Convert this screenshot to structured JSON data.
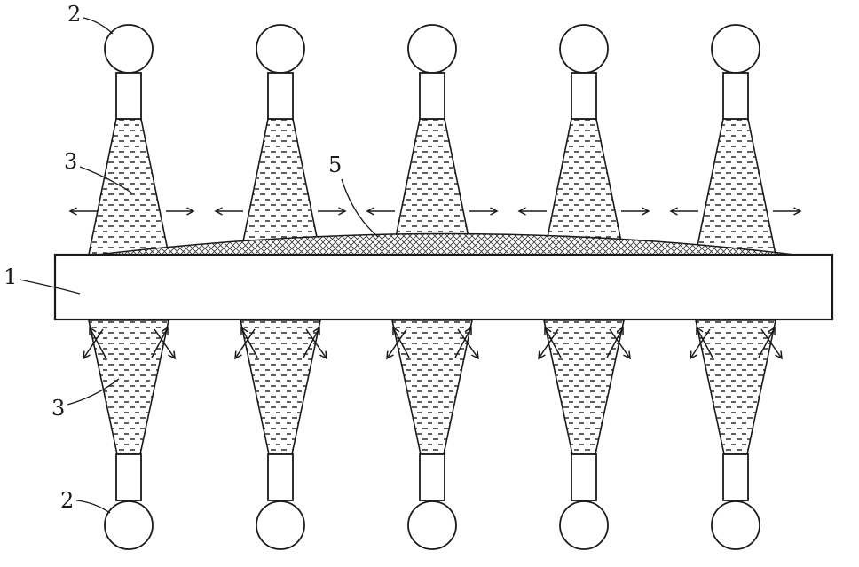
{
  "figure": {
    "type": "patent-style cross-section diagram",
    "colors": {
      "line": "#1a1a1a",
      "fill": "#ffffff"
    },
    "structure": {
      "top_nozzle_count": 5,
      "bottom_nozzle_count": 5
    },
    "callouts": [
      {
        "text": "2",
        "target": "top-nozzle"
      },
      {
        "text": "3",
        "target": "top-spray-cone"
      },
      {
        "text": "5",
        "target": "coating-layer"
      },
      {
        "text": "1",
        "target": "substrate"
      },
      {
        "text": "3",
        "target": "bottom-spray-cone"
      },
      {
        "text": "2",
        "target": "bottom-nozzle"
      }
    ]
  }
}
